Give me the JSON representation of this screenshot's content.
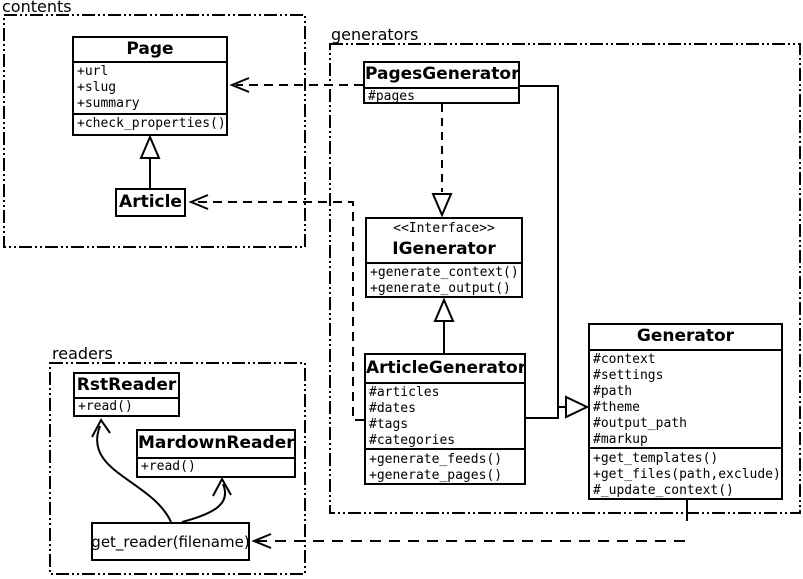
{
  "diagram": {
    "packages": {
      "contents": "contents",
      "generators": "generators",
      "readers": "readers"
    },
    "classes": {
      "page": {
        "name": "Page",
        "members": [
          "+url",
          "+slug",
          "+summary"
        ],
        "methods": [
          "+check_properties()"
        ]
      },
      "article": {
        "name": "Article"
      },
      "pagesGenerator": {
        "name": "PagesGenerator",
        "members": [
          "#pages"
        ]
      },
      "iGenerator": {
        "stereotype": "<<Interface>>",
        "name": "IGenerator",
        "methods": [
          "+generate_context()",
          "+generate_output()"
        ]
      },
      "articleGenerator": {
        "name": "ArticleGenerator",
        "members": [
          "#articles",
          "#dates",
          "#tags",
          "#categories"
        ],
        "methods": [
          "+generate_feeds()",
          "+generate_pages()"
        ]
      },
      "generator": {
        "name": "Generator",
        "members": [
          "#context",
          "#settings",
          "#path",
          "#theme",
          "#output_path",
          "#markup"
        ],
        "methods": [
          "+get_templates()",
          "+get_files(path,exclude)",
          "#_update_context()"
        ]
      },
      "rstReader": {
        "name": "RstReader",
        "methods": [
          "+read()"
        ]
      },
      "mardownReader": {
        "name": "MardownReader",
        "methods": [
          "+read()"
        ]
      },
      "getReader": {
        "label": "get_reader(filename)"
      }
    },
    "colors": {
      "line": "#000000",
      "background": "#ffffff"
    }
  }
}
